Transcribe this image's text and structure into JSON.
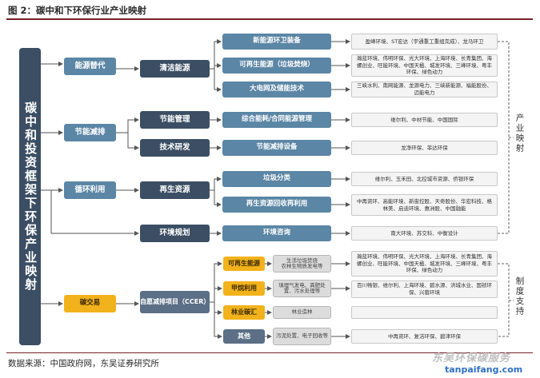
{
  "figure_title": "图 2：碳中和下环保行业产业映射",
  "root": "碳中和投资框架下环保产业映射",
  "level1": {
    "energy_sub": "能源替代",
    "energy_save": "节能减排",
    "recycle": "循环利用",
    "carbon_trade": "碳交易"
  },
  "level2": {
    "clean_energy": "清洁能源",
    "energy_mgmt": "节能管理",
    "tech_rd": "技术研发",
    "renew_res": "再生资源",
    "env_plan": "环境规划",
    "ccer": "自愿减排项目（CCER）"
  },
  "level3": {
    "nev_sanitation": "新能源环卫装备",
    "renewable_power": "可再生能源（垃圾焚烧）",
    "grid_storage": "大电网及储能技术",
    "ems": "综合能耗/合同能源管理",
    "reduction_equipment": "节能减排设备",
    "waste_sort": "垃圾分类",
    "recycling": "再生资源回收再利用",
    "consulting": "环境咨询"
  },
  "ccer_items": {
    "renewable": "可再生能源",
    "methane": "甲烷利用",
    "forest": "林业碳汇",
    "other": "其他"
  },
  "ccer_details": {
    "renewable": "生活垃圾焚烧\n农林生物质发电等",
    "methane": "填埋气发电、粪肥处置、污水处理等",
    "forest": "林业造林",
    "other": "污泥处置、电子回收等"
  },
  "companies": {
    "nev_sanitation": "盈峰环境、ST宏达（宇通重工重组完成）、龙马环卫",
    "renewable_power": "瀚蓝环境、伟明环保、光大环境、上海环境、长青集团、海螺创业、旺能环境、中国天楹、城发环境、三峰环境、粤丰环保、绿色动力",
    "grid_storage": "三峡水利、南网能源、龙源电力、三峡新能源、福能股份、迈能电力",
    "ems": "维尔利、中材节能、中国国际",
    "reduction_equipment": "龙净环保、菲达环保",
    "waste_sort": "维尔利、玉禾田、北控城市资源、侨银环保",
    "recycling": "中再资环、高能环境、新宙控股、天奇股份、华宏科技、格林美、启迪环境、惠洲股、中国融能",
    "consulting": "南大环境、苏交科、中衡设计",
    "ccer_renewable": "瀚蓝环境、伟明环保、光大环境、上海环境、长青集团、海螺创业、旺能环境、中国天楹、城发环境、三峰环境、粤丰环保、绿色动力",
    "ccer_methane": "百川畅银、维尔利、上海环境、碧水源、洪城水业、国祯环保、兴蓉环境",
    "ccer_forest": "",
    "ccer_other": "中再资环、复洁环保、碧津环保"
  },
  "side_labels": {
    "industry": "产业映射",
    "policy": "制度支持"
  },
  "source": "数据来源：中国政府网，东吴证券研究所",
  "watermark": {
    "text": "东吴环保碳服务",
    "url": "tanpaifang.com"
  },
  "colors": {
    "dark_node": "#3b4e63",
    "blue_node": "#5b86a5",
    "gold_node": "#f2b21c",
    "title_rule": "#7a1f2a"
  }
}
